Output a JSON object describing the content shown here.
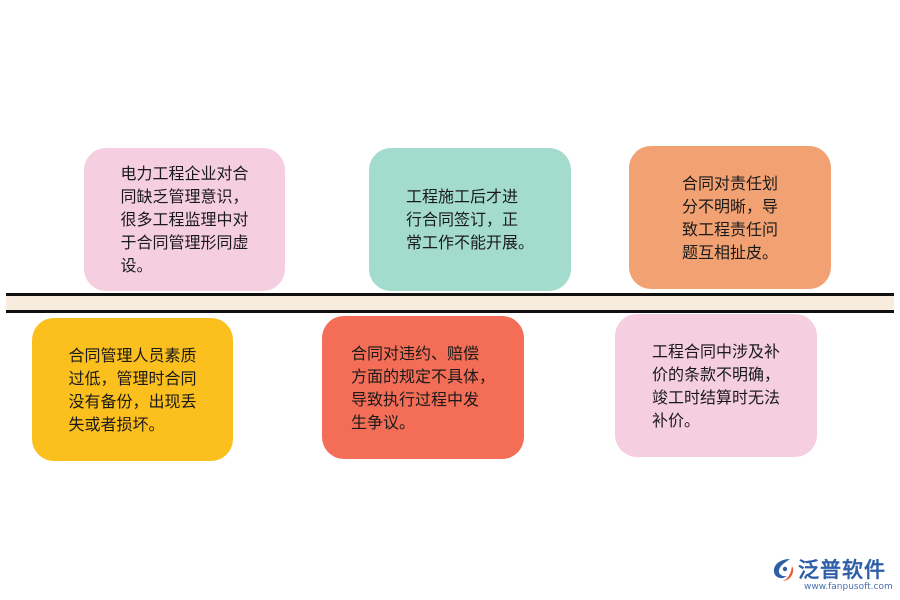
{
  "cards": [
    {
      "text": "电力工程企业对合\n同缺乏管理意识，\n很多工程监理中对\n于合同管理形同虚\n设。",
      "color": "#f5cfe0"
    },
    {
      "text": "工程施工后才进\n行合同签订，正\n常工作不能开展。",
      "color": "#a3dccd"
    },
    {
      "text": "合同对责任划\n分不明晰，导\n致工程责任问\n题互相扯皮。",
      "color": "#f2a172"
    },
    {
      "text": "合同管理人员素质\n过低，管理时合同\n没有备份，出现丢\n失或者损坏。",
      "color": "#fbbf1e"
    },
    {
      "text": "合同对违约、赔偿\n方面的规定不具体，\n导致执行过程中发\n生争议。",
      "color": "#f46e57"
    },
    {
      "text": "工程合同中涉及补\n价的条款不明确，\n竣工时结算时无法\n补价。",
      "color": "#f5cfe0"
    }
  ],
  "logo": {
    "name": "泛普软件",
    "url": "www.fanpusoft.com",
    "icon": "fanpu-logo-icon",
    "color": "#2f5fa6"
  }
}
